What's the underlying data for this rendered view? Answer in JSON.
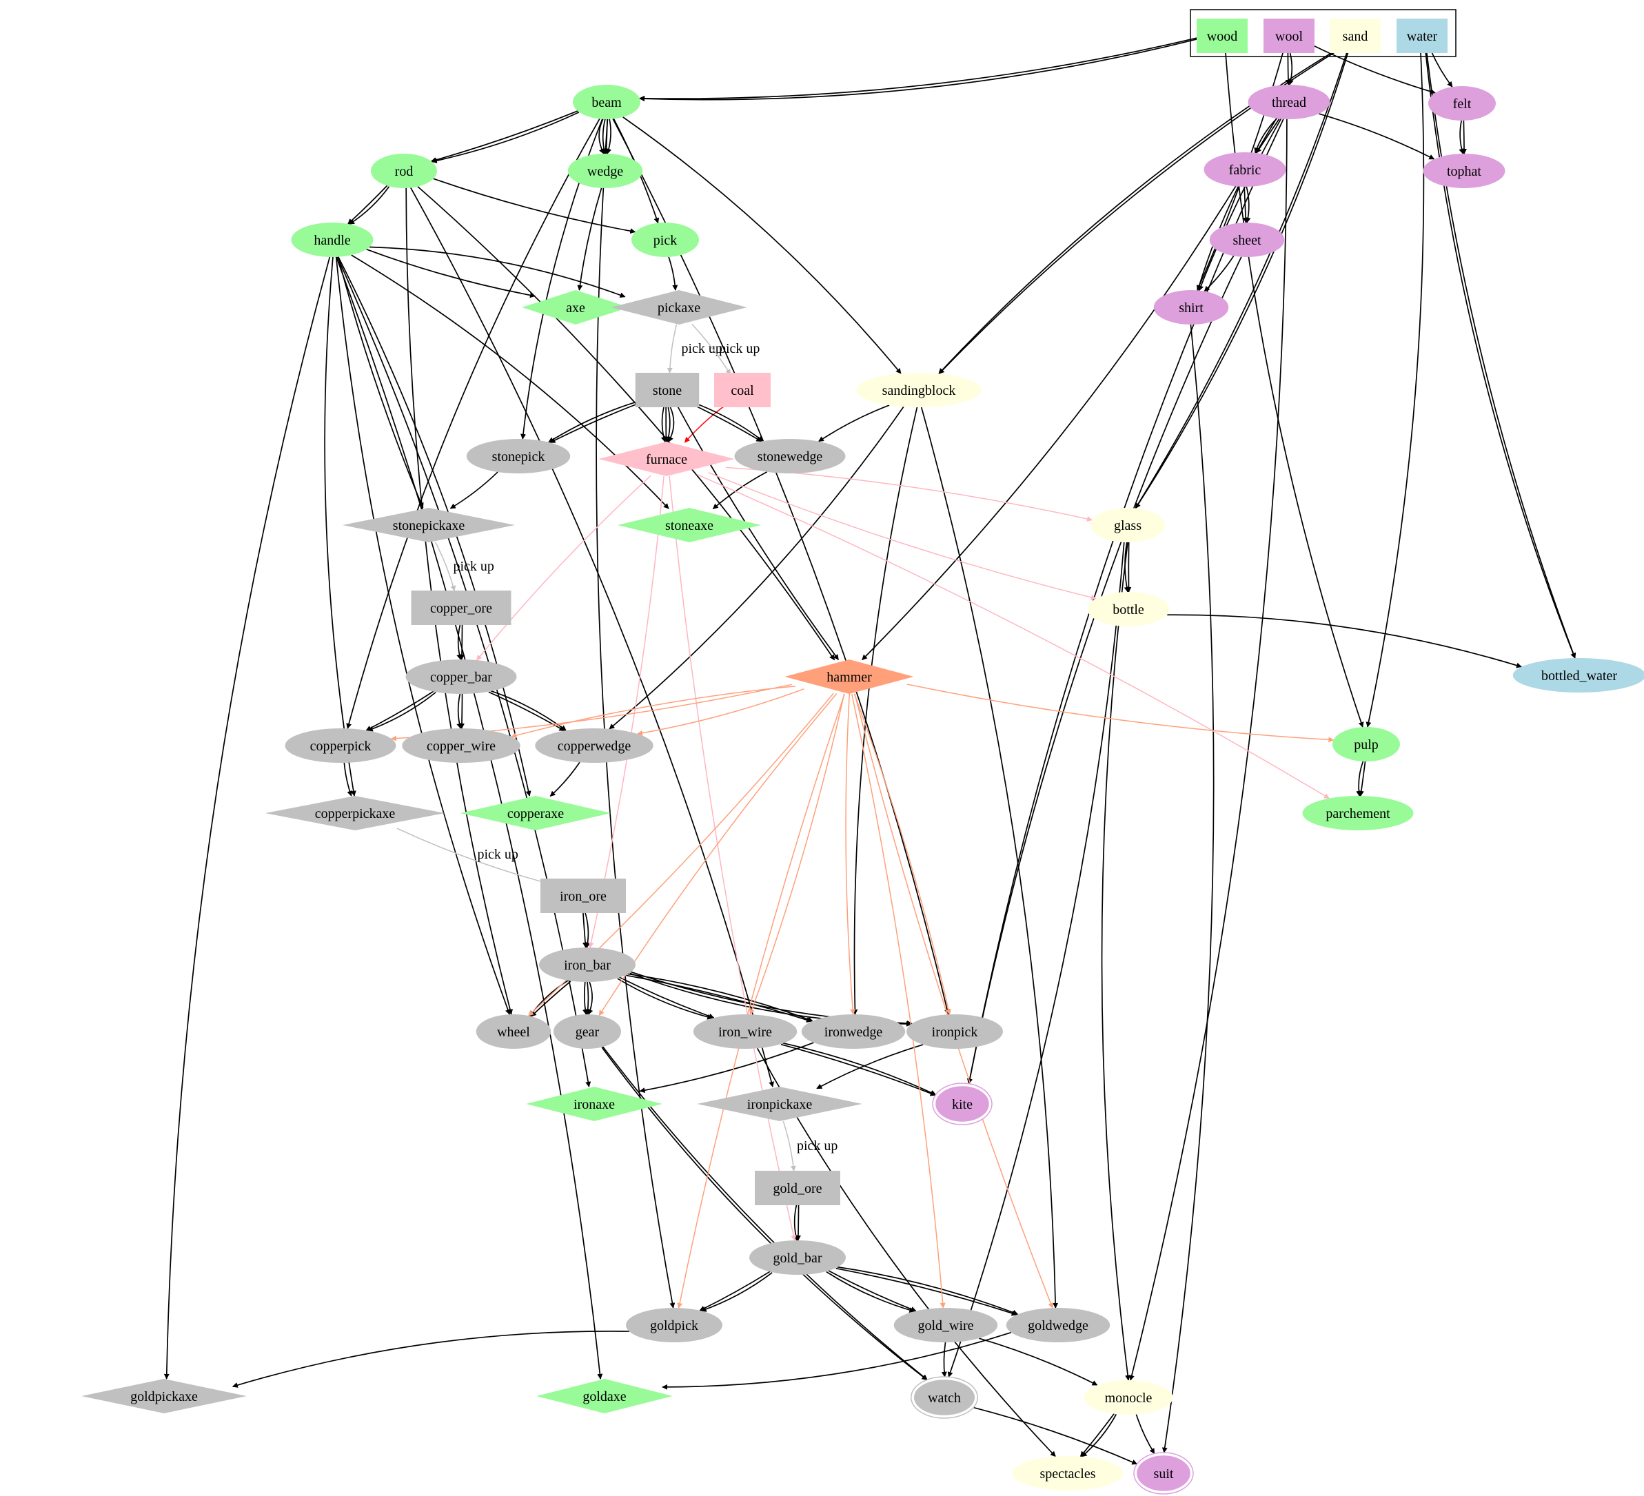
{
  "legend": [
    {
      "id": "wood",
      "label": "wood",
      "color": "#98fb98"
    },
    {
      "id": "wool",
      "label": "wool",
      "color": "#dda0dd"
    },
    {
      "id": "sand",
      "label": "sand",
      "color": "#ffffe0"
    },
    {
      "id": "water",
      "label": "water",
      "color": "#add8e6"
    }
  ],
  "nodes": [
    {
      "id": "beam",
      "label": "beam",
      "shape": "ellipse",
      "color": "#98fb98"
    },
    {
      "id": "rod",
      "label": "rod",
      "shape": "ellipse",
      "color": "#98fb98"
    },
    {
      "id": "wedge",
      "label": "wedge",
      "shape": "ellipse",
      "color": "#98fb98"
    },
    {
      "id": "handle",
      "label": "handle",
      "shape": "ellipse",
      "color": "#98fb98"
    },
    {
      "id": "pick",
      "label": "pick",
      "shape": "ellipse",
      "color": "#98fb98"
    },
    {
      "id": "axe",
      "label": "axe",
      "shape": "diamond",
      "color": "#98fb98"
    },
    {
      "id": "pickaxe",
      "label": "pickaxe",
      "shape": "diamond",
      "color": "#c0c0c0"
    },
    {
      "id": "stone",
      "label": "stone",
      "shape": "box",
      "color": "#c0c0c0"
    },
    {
      "id": "coal",
      "label": "coal",
      "shape": "box",
      "color": "#ffc0cb"
    },
    {
      "id": "furnace",
      "label": "furnace",
      "shape": "diamond",
      "color": "#ffc0cb"
    },
    {
      "id": "stonepick",
      "label": "stonepick",
      "shape": "ellipse",
      "color": "#c0c0c0"
    },
    {
      "id": "stonewedge",
      "label": "stonewedge",
      "shape": "ellipse",
      "color": "#c0c0c0"
    },
    {
      "id": "stonepickaxe",
      "label": "stonepickaxe",
      "shape": "diamond",
      "color": "#c0c0c0"
    },
    {
      "id": "stoneaxe",
      "label": "stoneaxe",
      "shape": "diamond",
      "color": "#98fb98"
    },
    {
      "id": "sandingblock",
      "label": "sandingblock",
      "shape": "ellipse",
      "color": "#ffffe0"
    },
    {
      "id": "thread",
      "label": "thread",
      "shape": "ellipse",
      "color": "#dda0dd"
    },
    {
      "id": "felt",
      "label": "felt",
      "shape": "ellipse",
      "color": "#dda0dd"
    },
    {
      "id": "fabric",
      "label": "fabric",
      "shape": "ellipse",
      "color": "#dda0dd"
    },
    {
      "id": "tophat",
      "label": "tophat",
      "shape": "ellipse",
      "color": "#dda0dd"
    },
    {
      "id": "sheet",
      "label": "sheet",
      "shape": "ellipse",
      "color": "#dda0dd"
    },
    {
      "id": "shirt",
      "label": "shirt",
      "shape": "ellipse",
      "color": "#dda0dd"
    },
    {
      "id": "glass",
      "label": "glass",
      "shape": "ellipse",
      "color": "#ffffe0"
    },
    {
      "id": "bottle",
      "label": "bottle",
      "shape": "ellipse",
      "color": "#ffffe0"
    },
    {
      "id": "bottled_water",
      "label": "bottled_water",
      "shape": "ellipse",
      "color": "#add8e6"
    },
    {
      "id": "copper_ore",
      "label": "copper_ore",
      "shape": "box",
      "color": "#c0c0c0"
    },
    {
      "id": "copper_bar",
      "label": "copper_bar",
      "shape": "ellipse",
      "color": "#c0c0c0"
    },
    {
      "id": "hammer",
      "label": "hammer",
      "shape": "diamond",
      "color": "#ffa07a"
    },
    {
      "id": "copperpick",
      "label": "copperpick",
      "shape": "ellipse",
      "color": "#c0c0c0"
    },
    {
      "id": "copper_wire",
      "label": "copper_wire",
      "shape": "ellipse",
      "color": "#c0c0c0"
    },
    {
      "id": "copperwedge",
      "label": "copperwedge",
      "shape": "ellipse",
      "color": "#c0c0c0"
    },
    {
      "id": "pulp",
      "label": "pulp",
      "shape": "ellipse",
      "color": "#98fb98"
    },
    {
      "id": "parchement",
      "label": "parchement",
      "shape": "ellipse",
      "color": "#98fb98"
    },
    {
      "id": "copperpickaxe",
      "label": "copperpickaxe",
      "shape": "diamond",
      "color": "#c0c0c0"
    },
    {
      "id": "copperaxe",
      "label": "copperaxe",
      "shape": "diamond",
      "color": "#98fb98"
    },
    {
      "id": "iron_ore",
      "label": "iron_ore",
      "shape": "box",
      "color": "#c0c0c0"
    },
    {
      "id": "iron_bar",
      "label": "iron_bar",
      "shape": "ellipse",
      "color": "#c0c0c0"
    },
    {
      "id": "wheel",
      "label": "wheel",
      "shape": "ellipse",
      "color": "#c0c0c0"
    },
    {
      "id": "gear",
      "label": "gear",
      "shape": "ellipse",
      "color": "#c0c0c0"
    },
    {
      "id": "iron_wire",
      "label": "iron_wire",
      "shape": "ellipse",
      "color": "#c0c0c0"
    },
    {
      "id": "ironwedge",
      "label": "ironwedge",
      "shape": "ellipse",
      "color": "#c0c0c0"
    },
    {
      "id": "ironpick",
      "label": "ironpick",
      "shape": "ellipse",
      "color": "#c0c0c0"
    },
    {
      "id": "ironaxe",
      "label": "ironaxe",
      "shape": "diamond",
      "color": "#98fb98"
    },
    {
      "id": "ironpickaxe",
      "label": "ironpickaxe",
      "shape": "diamond",
      "color": "#c0c0c0"
    },
    {
      "id": "kite",
      "label": "kite",
      "shape": "doublecircle",
      "color": "#dda0dd"
    },
    {
      "id": "gold_ore",
      "label": "gold_ore",
      "shape": "box",
      "color": "#c0c0c0"
    },
    {
      "id": "gold_bar",
      "label": "gold_bar",
      "shape": "ellipse",
      "color": "#c0c0c0"
    },
    {
      "id": "goldpick",
      "label": "goldpick",
      "shape": "ellipse",
      "color": "#c0c0c0"
    },
    {
      "id": "gold_wire",
      "label": "gold_wire",
      "shape": "ellipse",
      "color": "#c0c0c0"
    },
    {
      "id": "goldwedge",
      "label": "goldwedge",
      "shape": "ellipse",
      "color": "#c0c0c0"
    },
    {
      "id": "goldpickaxe",
      "label": "goldpickaxe",
      "shape": "diamond",
      "color": "#c0c0c0"
    },
    {
      "id": "goldaxe",
      "label": "goldaxe",
      "shape": "diamond",
      "color": "#98fb98"
    },
    {
      "id": "watch",
      "label": "watch",
      "shape": "doublecircle",
      "color": "#c0c0c0"
    },
    {
      "id": "monocle",
      "label": "monocle",
      "shape": "ellipse",
      "color": "#ffffe0"
    },
    {
      "id": "spectacles",
      "label": "spectacles",
      "shape": "ellipse",
      "color": "#ffffe0"
    },
    {
      "id": "suit",
      "label": "suit",
      "shape": "doublecircle",
      "color": "#dda0dd"
    }
  ],
  "edges": [
    {
      "from": "wood",
      "to": "beam",
      "count": 2,
      "color": "#000000"
    },
    {
      "from": "wood",
      "to": "pulp",
      "count": 1,
      "color": "#000000"
    },
    {
      "from": "wool",
      "to": "thread",
      "count": 2,
      "color": "#000000"
    },
    {
      "from": "wool",
      "to": "felt",
      "count": 1,
      "color": "#000000"
    },
    {
      "from": "wool",
      "to": "shirt",
      "count": 1,
      "color": "#000000"
    },
    {
      "from": "sand",
      "to": "sandingblock",
      "count": 2,
      "color": "#000000"
    },
    {
      "from": "sand",
      "to": "glass",
      "count": 2,
      "color": "#000000"
    },
    {
      "from": "water",
      "to": "felt",
      "count": 1,
      "color": "#000000"
    },
    {
      "from": "water",
      "to": "pulp",
      "count": 1,
      "color": "#000000"
    },
    {
      "from": "water",
      "to": "bottled_water",
      "count": 2,
      "color": "#000000"
    },
    {
      "from": "beam",
      "to": "rod",
      "count": 2,
      "color": "#000000"
    },
    {
      "from": "beam",
      "to": "wedge",
      "count": 4,
      "color": "#000000"
    },
    {
      "from": "beam",
      "to": "pick",
      "count": 1,
      "color": "#000000"
    },
    {
      "from": "beam",
      "to": "stonepick",
      "count": 1,
      "color": "#000000"
    },
    {
      "from": "beam",
      "to": "sandingblock",
      "count": 1,
      "color": "#000000"
    },
    {
      "from": "beam",
      "to": "copperpick",
      "count": 1,
      "color": "#000000"
    },
    {
      "from": "beam",
      "to": "ironpick",
      "count": 1,
      "color": "#000000"
    },
    {
      "from": "beam",
      "to": "goldpick",
      "count": 1,
      "color": "#000000"
    },
    {
      "from": "rod",
      "to": "handle",
      "count": 2,
      "color": "#000000"
    },
    {
      "from": "rod",
      "to": "pick",
      "count": 1,
      "color": "#000000"
    },
    {
      "from": "rod",
      "to": "hammer",
      "count": 1,
      "color": "#000000"
    },
    {
      "from": "rod",
      "to": "wheel",
      "count": 1,
      "color": "#000000"
    },
    {
      "from": "rod",
      "to": "ironpickaxe",
      "count": 1,
      "color": "#000000"
    },
    {
      "from": "wedge",
      "to": "axe",
      "count": 1,
      "color": "#000000"
    },
    {
      "from": "pick",
      "to": "pickaxe",
      "count": 1,
      "color": "#000000"
    },
    {
      "from": "handle",
      "to": "axe",
      "count": 1,
      "color": "#000000"
    },
    {
      "from": "handle",
      "to": "pickaxe",
      "count": 1,
      "color": "#000000"
    },
    {
      "from": "handle",
      "to": "stonepickaxe",
      "count": 1,
      "color": "#000000"
    },
    {
      "from": "handle",
      "to": "stoneaxe",
      "count": 1,
      "color": "#000000"
    },
    {
      "from": "handle",
      "to": "copperpickaxe",
      "count": 1,
      "color": "#000000"
    },
    {
      "from": "handle",
      "to": "copperaxe",
      "count": 1,
      "color": "#000000"
    },
    {
      "from": "handle",
      "to": "wheel",
      "count": 1,
      "color": "#000000"
    },
    {
      "from": "handle",
      "to": "ironaxe",
      "count": 1,
      "color": "#000000"
    },
    {
      "from": "handle",
      "to": "goldpickaxe",
      "count": 1,
      "color": "#000000"
    },
    {
      "from": "handle",
      "to": "goldaxe",
      "count": 1,
      "color": "#000000"
    },
    {
      "from": "pickaxe",
      "to": "stone",
      "count": 1,
      "color": "#c0c0c0",
      "label": "pick up"
    },
    {
      "from": "pickaxe",
      "to": "coal",
      "count": 1,
      "color": "#c0c0c0",
      "label": "pick up"
    },
    {
      "from": "coal",
      "to": "furnace",
      "count": 1,
      "color": "#ff0000"
    },
    {
      "from": "stone",
      "to": "furnace",
      "count": 4,
      "color": "#000000"
    },
    {
      "from": "stone",
      "to": "stonepick",
      "count": 2,
      "color": "#000000"
    },
    {
      "from": "stone",
      "to": "stonewedge",
      "count": 2,
      "color": "#000000"
    },
    {
      "from": "stone",
      "to": "hammer",
      "count": 1,
      "color": "#000000"
    },
    {
      "from": "stonepick",
      "to": "stonepickaxe",
      "count": 1,
      "color": "#000000"
    },
    {
      "from": "stonewedge",
      "to": "stoneaxe",
      "count": 1,
      "color": "#000000"
    },
    {
      "from": "stonepickaxe",
      "to": "copper_ore",
      "count": 1,
      "color": "#c0c0c0",
      "label": "pick up"
    },
    {
      "from": "copper_ore",
      "to": "copper_bar",
      "count": 2,
      "color": "#000000"
    },
    {
      "from": "copper_bar",
      "to": "copperpick",
      "count": 2,
      "color": "#000000"
    },
    {
      "from": "copper_bar",
      "to": "copper_wire",
      "count": 2,
      "color": "#000000"
    },
    {
      "from": "copper_bar",
      "to": "copperwedge",
      "count": 2,
      "color": "#000000"
    },
    {
      "from": "copperpick",
      "to": "copperpickaxe",
      "count": 1,
      "color": "#000000"
    },
    {
      "from": "copperwedge",
      "to": "copperaxe",
      "count": 1,
      "color": "#000000"
    },
    {
      "from": "copperpickaxe",
      "to": "iron_ore",
      "count": 1,
      "color": "#c0c0c0",
      "label": "pick up"
    },
    {
      "from": "iron_ore",
      "to": "iron_bar",
      "count": 2,
      "color": "#000000"
    },
    {
      "from": "iron_bar",
      "to": "wheel",
      "count": 2,
      "color": "#000000"
    },
    {
      "from": "iron_bar",
      "to": "gear",
      "count": 3,
      "color": "#000000"
    },
    {
      "from": "iron_bar",
      "to": "iron_wire",
      "count": 2,
      "color": "#000000"
    },
    {
      "from": "iron_bar",
      "to": "ironwedge",
      "count": 2,
      "color": "#000000"
    },
    {
      "from": "iron_bar",
      "to": "ironpick",
      "count": 2,
      "color": "#000000"
    },
    {
      "from": "ironwedge",
      "to": "ironaxe",
      "count": 1,
      "color": "#000000"
    },
    {
      "from": "ironpick",
      "to": "ironpickaxe",
      "count": 1,
      "color": "#000000"
    },
    {
      "from": "iron_wire",
      "to": "kite",
      "count": 2,
      "color": "#000000"
    },
    {
      "from": "iron_wire",
      "to": "spectacles",
      "count": 1,
      "color": "#000000"
    },
    {
      "from": "ironpickaxe",
      "to": "gold_ore",
      "count": 1,
      "color": "#c0c0c0",
      "label": "pick up"
    },
    {
      "from": "gold_ore",
      "to": "gold_bar",
      "count": 2,
      "color": "#000000"
    },
    {
      "from": "gold_bar",
      "to": "goldpick",
      "count": 2,
      "color": "#000000"
    },
    {
      "from": "gold_bar",
      "to": "gold_wire",
      "count": 2,
      "color": "#000000"
    },
    {
      "from": "gold_bar",
      "to": "goldwedge",
      "count": 2,
      "color": "#000000"
    },
    {
      "from": "goldpick",
      "to": "goldpickaxe",
      "count": 1,
      "color": "#000000"
    },
    {
      "from": "goldwedge",
      "to": "goldaxe",
      "count": 1,
      "color": "#000000"
    },
    {
      "from": "gold_wire",
      "to": "watch",
      "count": 1,
      "color": "#000000"
    },
    {
      "from": "gold_wire",
      "to": "monocle",
      "count": 1,
      "color": "#000000"
    },
    {
      "from": "gear",
      "to": "watch",
      "count": 2,
      "color": "#000000"
    },
    {
      "from": "monocle",
      "to": "spectacles",
      "count": 2,
      "color": "#000000"
    },
    {
      "from": "monocle",
      "to": "suit",
      "count": 1,
      "color": "#000000"
    },
    {
      "from": "watch",
      "to": "suit",
      "count": 1,
      "color": "#000000"
    },
    {
      "from": "thread",
      "to": "fabric",
      "count": 2,
      "color": "#000000"
    },
    {
      "from": "thread",
      "to": "tophat",
      "count": 1,
      "color": "#000000"
    },
    {
      "from": "thread",
      "to": "shirt",
      "count": 1,
      "color": "#000000"
    },
    {
      "from": "thread",
      "to": "hammer",
      "count": 1,
      "color": "#000000"
    },
    {
      "from": "thread",
      "to": "kite",
      "count": 1,
      "color": "#000000"
    },
    {
      "from": "thread",
      "to": "monocle",
      "count": 1,
      "color": "#000000"
    },
    {
      "from": "felt",
      "to": "tophat",
      "count": 2,
      "color": "#000000"
    },
    {
      "from": "fabric",
      "to": "sheet",
      "count": 2,
      "color": "#000000"
    },
    {
      "from": "fabric",
      "to": "shirt",
      "count": 1,
      "color": "#000000"
    },
    {
      "from": "sheet",
      "to": "shirt",
      "count": 1,
      "color": "#000000"
    },
    {
      "from": "sheet",
      "to": "kite",
      "count": 1,
      "color": "#000000"
    },
    {
      "from": "shirt",
      "to": "suit",
      "count": 1,
      "color": "#000000"
    },
    {
      "from": "sandingblock",
      "to": "stonewedge",
      "count": 1,
      "color": "#000000"
    },
    {
      "from": "sandingblock",
      "to": "copperwedge",
      "count": 1,
      "color": "#000000"
    },
    {
      "from": "sandingblock",
      "to": "ironwedge",
      "count": 1,
      "color": "#000000"
    },
    {
      "from": "sandingblock",
      "to": "goldwedge",
      "count": 1,
      "color": "#000000"
    },
    {
      "from": "glass",
      "to": "bottle",
      "count": 2,
      "color": "#000000"
    },
    {
      "from": "glass",
      "to": "watch",
      "count": 1,
      "color": "#000000"
    },
    {
      "from": "glass",
      "to": "monocle",
      "count": 1,
      "color": "#000000"
    },
    {
      "from": "bottle",
      "to": "bottled_water",
      "count": 1,
      "color": "#000000"
    },
    {
      "from": "pulp",
      "to": "parchement",
      "count": 2,
      "color": "#000000"
    },
    {
      "from": "furnace",
      "to": "glass",
      "count": 1,
      "color": "#ffb6c1"
    },
    {
      "from": "furnace",
      "to": "bottle",
      "count": 1,
      "color": "#ffb6c1"
    },
    {
      "from": "furnace",
      "to": "parchement",
      "count": 1,
      "color": "#ffb6c1"
    },
    {
      "from": "furnace",
      "to": "copper_bar",
      "count": 1,
      "color": "#ffb6c1"
    },
    {
      "from": "furnace",
      "to": "iron_bar",
      "count": 1,
      "color": "#ffb6c1"
    },
    {
      "from": "furnace",
      "to": "gold_bar",
      "count": 1,
      "color": "#ffb6c1"
    },
    {
      "from": "hammer",
      "to": "copperpick",
      "count": 1,
      "color": "#ffa07a"
    },
    {
      "from": "hammer",
      "to": "copper_wire",
      "count": 1,
      "color": "#ffa07a"
    },
    {
      "from": "hammer",
      "to": "copperwedge",
      "count": 1,
      "color": "#ffa07a"
    },
    {
      "from": "hammer",
      "to": "pulp",
      "count": 1,
      "color": "#ffa07a"
    },
    {
      "from": "hammer",
      "to": "wheel",
      "count": 1,
      "color": "#ffa07a"
    },
    {
      "from": "hammer",
      "to": "gear",
      "count": 1,
      "color": "#ffa07a"
    },
    {
      "from": "hammer",
      "to": "iron_wire",
      "count": 1,
      "color": "#ffa07a"
    },
    {
      "from": "hammer",
      "to": "ironwedge",
      "count": 1,
      "color": "#ffa07a"
    },
    {
      "from": "hammer",
      "to": "ironpick",
      "count": 1,
      "color": "#ffa07a"
    },
    {
      "from": "hammer",
      "to": "goldpick",
      "count": 1,
      "color": "#ffa07a"
    },
    {
      "from": "hammer",
      "to": "gold_wire",
      "count": 1,
      "color": "#ffa07a"
    },
    {
      "from": "hammer",
      "to": "goldwedge",
      "count": 1,
      "color": "#ffa07a"
    }
  ]
}
